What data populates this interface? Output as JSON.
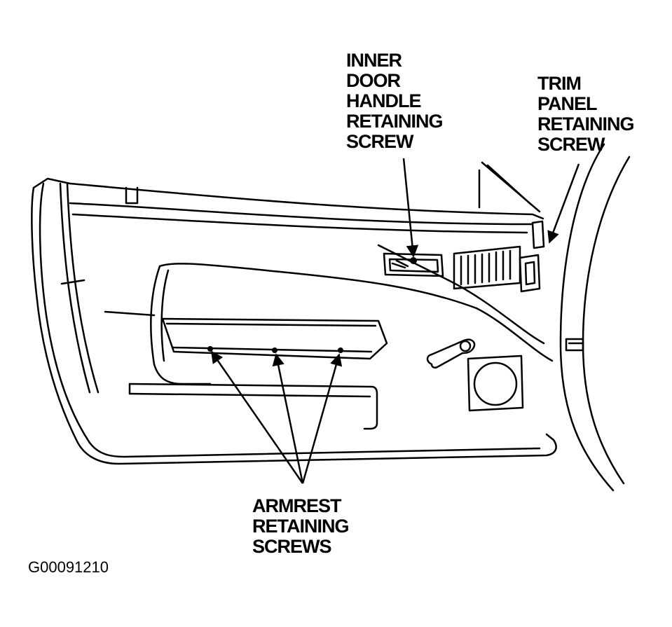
{
  "labels": {
    "handle_screw": [
      "INNER",
      "DOOR",
      "HANDLE",
      "RETAINING",
      "SCREW"
    ],
    "trim_screw": [
      "TRIM",
      "PANEL",
      "RETAINING",
      "SCREW"
    ],
    "armrest_screws": [
      "ARMREST",
      "RETAINING",
      "SCREWS"
    ]
  },
  "figure_id": "G00091210"
}
